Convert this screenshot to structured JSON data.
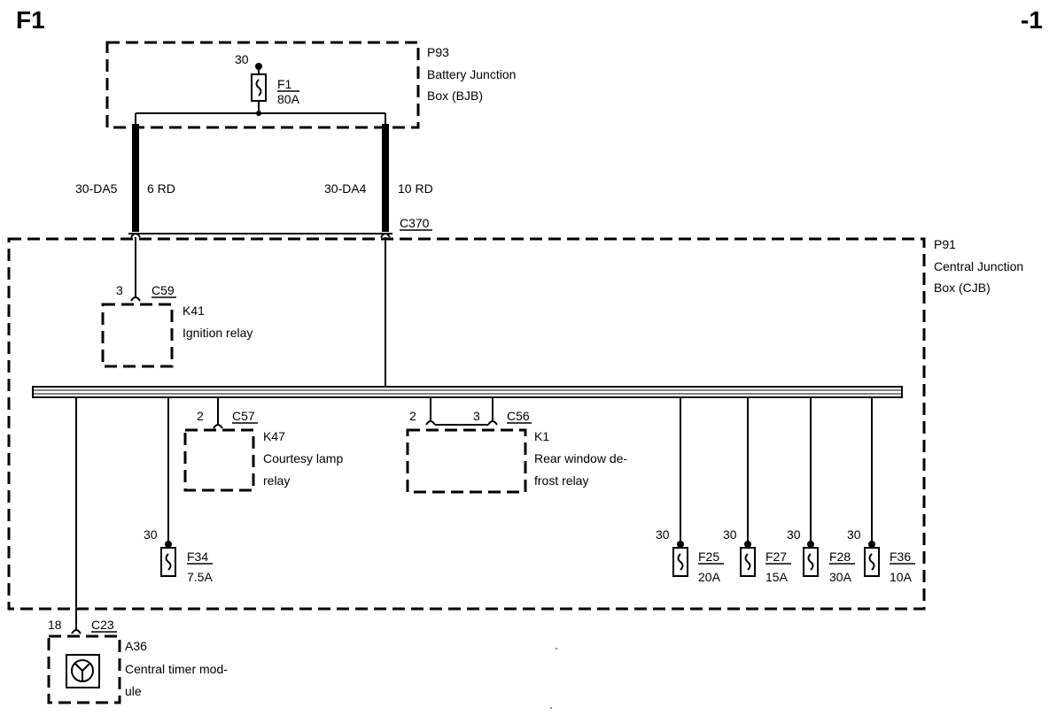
{
  "page": {
    "title": "F1",
    "page_number": "-1"
  },
  "bjb": {
    "id": "P93",
    "name_line1": "Battery Junction",
    "name_line2": "Box (BJB)"
  },
  "fuse_f1": {
    "pin": "30",
    "id": "F1",
    "rating": "80A"
  },
  "wire_left": {
    "circuit": "30-DA5",
    "spec": "6 RD"
  },
  "wire_right": {
    "circuit": "30-DA4",
    "spec": "10 RD"
  },
  "connector_c370": "C370",
  "cjb": {
    "id": "P91",
    "name_line1": "Central Junction",
    "name_line2": "Box (CJB)"
  },
  "k41": {
    "pin": "3",
    "connector": "C59",
    "id": "K41",
    "name": "Ignition relay"
  },
  "k47": {
    "pin": "2",
    "connector": "C57",
    "id": "K47",
    "name_line1": "Courtesy lamp",
    "name_line2": "relay"
  },
  "k1": {
    "pin_a": "2",
    "pin_b": "3",
    "connector": "C56",
    "id": "K1",
    "name_line1": "Rear window de-",
    "name_line2": "frost relay"
  },
  "f34": {
    "pin": "30",
    "id": "F34",
    "rating": "7.5A"
  },
  "f25": {
    "pin": "30",
    "id": "F25",
    "rating": "20A"
  },
  "f27": {
    "pin": "30",
    "id": "F27",
    "rating": "15A"
  },
  "f28": {
    "pin": "30",
    "id": "F28",
    "rating": "30A"
  },
  "f36": {
    "pin": "30",
    "id": "F36",
    "rating": "10A"
  },
  "a36": {
    "pin": "18",
    "connector": "C23",
    "id": "A36",
    "name_line1": "Central timer mod-",
    "name_line2": "ule"
  }
}
